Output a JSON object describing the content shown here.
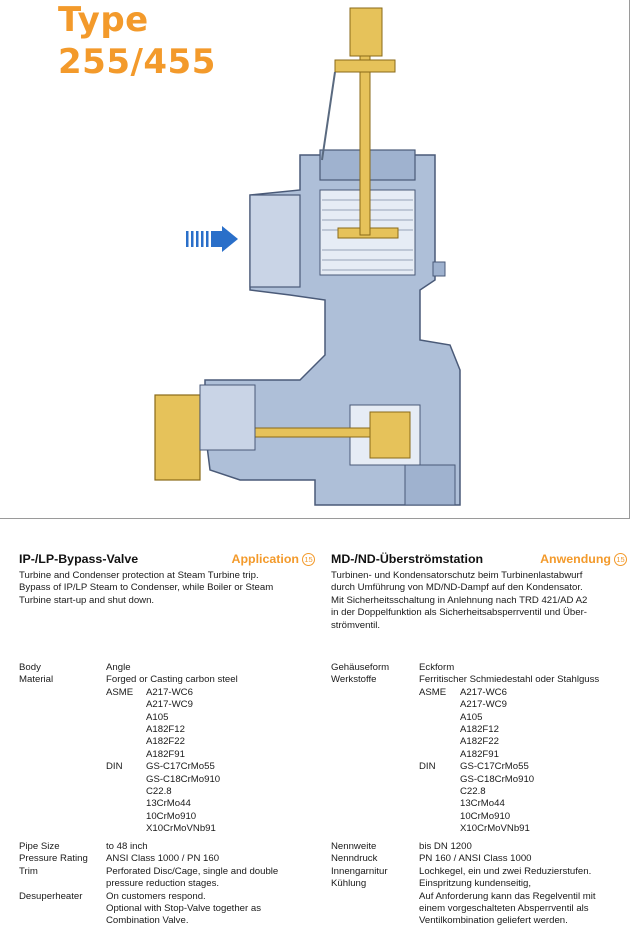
{
  "title": {
    "line1": "Type",
    "line2": "255/455"
  },
  "english": {
    "heading": "IP-/LP-Bypass-Valve",
    "app_label": "Application",
    "app_number": "15",
    "description": [
      "Turbine and Condenser protection at Steam Turbine trip.",
      "Bypass of IP/LP Steam to Condenser, while Boiler or Steam",
      "Turbine start-up and shut down."
    ],
    "specs": {
      "body_label": "Body",
      "body_value": "Angle",
      "material_label": "Material",
      "material_value": "Forged or Casting carbon steel",
      "asme_label": "ASME",
      "asme_values": [
        "A217-WC6",
        "A217-WC9",
        "A105",
        "A182F12",
        "A182F22",
        "A182F91"
      ],
      "din_label": "DIN",
      "din_values": [
        "GS-C17CrMo55",
        "GS-C18CrMo910",
        "C22.8",
        "13CrMo44",
        "10CrMo910",
        "X10CrMoVNb91"
      ],
      "pipe_label": "Pipe Size",
      "pipe_value": "to 48 inch",
      "pressure_label": "Pressure Rating",
      "pressure_value": "ANSI Class 1000 / PN 160",
      "trim_label": "Trim",
      "trim_values": [
        "Perforated Disc/Cage, single and double",
        "pressure reduction stages."
      ],
      "desup_label": "Desuperheater",
      "desup_values": [
        "On customers respond.",
        "Optional with Stop-Valve together as",
        "Combination Valve."
      ]
    }
  },
  "german": {
    "heading": "MD-/ND-Überströmstation",
    "app_label": "Anwendung",
    "app_number": "15",
    "description": [
      "Turbinen- und Kondensatorschutz beim Turbinenlastabwurf",
      "durch Umführung von MD/ND-Dampf auf den Kondensator.",
      "Mit Sicherheitsschaltung in Anlehnung nach TRD 421/AD A2",
      "in der Doppelfunktion als Sicherheitsabsperrventil und Über-",
      "strömventil."
    ],
    "specs": {
      "body_label": "Gehäuseform",
      "body_value": "Eckform",
      "material_label": "Werkstoffe",
      "material_value": "Ferritischer Schmiedestahl oder Stahlguss",
      "asme_label": "ASME",
      "asme_values": [
        "A217-WC6",
        "A217-WC9",
        "A105",
        "A182F12",
        "A182F22",
        "A182F91"
      ],
      "din_label": "DIN",
      "din_values": [
        "GS-C17CrMo55",
        "GS-C18CrMo910",
        "C22.8",
        "13CrMo44",
        "10CrMo910",
        "X10CrMoVNb91"
      ],
      "pipe_label": "Nennweite",
      "pipe_value": "bis DN 1200",
      "pressure_label": "Nenndruck",
      "pressure_value": "PN 160 / ANSI Class 1000",
      "trim_label": "Innengarnitur",
      "trim_value": "Lochkegel, ein und zwei Reduzierstufen.",
      "cooling_label": "Kühlung",
      "cooling_value": "Einspritzung kundenseitig,",
      "extra_values": [
        "Auf Anforderung kann das Regelventil mit",
        "einem vorgeschalteten Absperrventil als",
        "Ventilkombination geliefert werden."
      ]
    }
  },
  "colors": {
    "accent": "#f39a2b",
    "valve_blue": "#aebfd8",
    "arrow_blue": "#2a6fc9",
    "brass": "#e6c25a"
  }
}
